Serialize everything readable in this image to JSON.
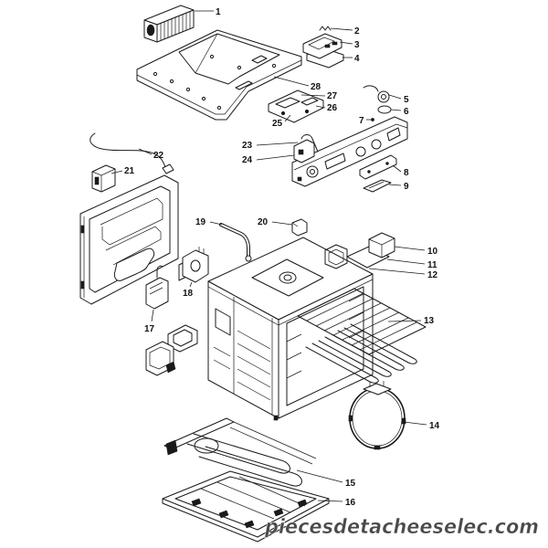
{
  "callouts": [
    "1",
    "2",
    "3",
    "4",
    "5",
    "6",
    "7",
    "8",
    "9",
    "10",
    "11",
    "12",
    "13",
    "14",
    "15",
    "16",
    "17",
    "18",
    "19",
    "20",
    "21",
    "22",
    "23",
    "24",
    "25",
    "26",
    "27",
    "28"
  ],
  "watermark": "piecesdetacheeselec.com",
  "colors": {
    "line": "#1a1a1a",
    "background": "#ffffff",
    "watermark": "#4a4a4a"
  }
}
